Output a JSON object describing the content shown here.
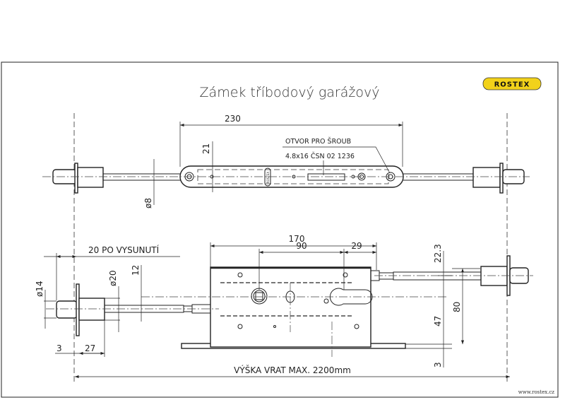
{
  "title": "Zámek tříbodový garážový",
  "logo": "ROSTEX",
  "website": "www.rostex.cz",
  "colors": {
    "logo_bg": "#f2d21a",
    "line": "#222222"
  },
  "top_view": {
    "dim_length": "230",
    "dim_height": "21",
    "dim_rod_diameter": "ø8",
    "callout_line1": "OTVOR PRO ŠROUB",
    "callout_line2": "4.8x16 ČSN 02 1236",
    "plate_stamp": "ROSTEX"
  },
  "bottom_view": {
    "dim_body": "170",
    "dim_90": "90",
    "dim_29": "29",
    "dim_extension": "20 PO VYSUNUTÍ",
    "dim_d14": "ø14",
    "dim_d20": "ø20",
    "dim_12": "12",
    "dim_22_3": "22.3",
    "dim_80": "80",
    "dim_47": "47",
    "dim_3_right": "3",
    "dim_3_left": "3",
    "dim_27": "27",
    "max_height": "VÝŠKA VRAT MAX. 2200mm"
  }
}
